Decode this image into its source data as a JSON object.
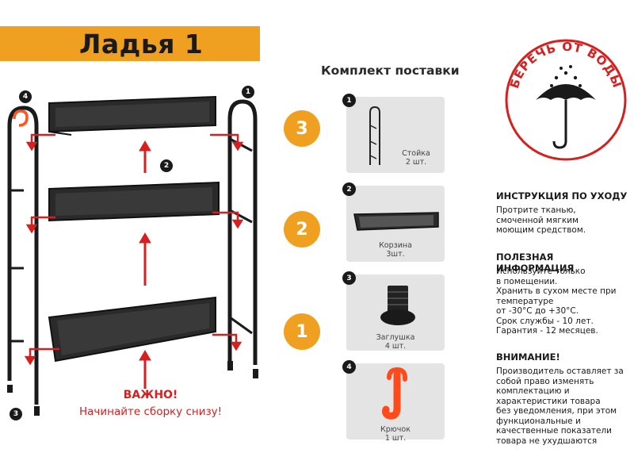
{
  "header": {
    "title": "Ладья 1"
  },
  "kit": {
    "title": "Комплект поставки",
    "items": [
      {
        "num": "1",
        "name": "Стойка",
        "qty": "2 шт."
      },
      {
        "num": "2",
        "name": "Корзина",
        "qty": "3шт."
      },
      {
        "num": "3",
        "name": "Заглушка",
        "qty": "4 шт."
      },
      {
        "num": "4",
        "name": "Крючок",
        "qty": "1 шт."
      }
    ]
  },
  "steps": [
    "3",
    "2",
    "1"
  ],
  "diagram": {
    "badges": [
      "4",
      "1",
      "2",
      "3"
    ],
    "warning_title": "ВАЖНО!",
    "warning_text": "Начинайте сборку снизу!"
  },
  "stamp": {
    "text": "БЕРЕЧЬ ОТ ВОДЫ"
  },
  "care": {
    "title": "ИНСТРУКЦИЯ ПО УХОДУ",
    "lines": [
      "Протрите тканью,",
      "смоченной мягким",
      "моющим средством."
    ]
  },
  "info": {
    "title": "ПОЛЕЗНАЯ ИНФОРМАЦИЯ",
    "lines": [
      "Используйте только",
      "в помещении.",
      "Хранить в сухом месте при",
      "температуре",
      "от -30°С до +30°С.",
      "Срок службы - 10 лет.",
      "Гарантия - 12 месяцев."
    ]
  },
  "attention": {
    "title": "ВНИМАНИЕ!",
    "lines": [
      "Производитель оставляет за",
      "собой право изменять",
      "комплектацию и",
      "характеристики товара",
      "без уведомления, при этом",
      "функциональные и",
      "качественные показатели",
      "товара не ухудшаются"
    ]
  },
  "colors": {
    "accent": "#f0a020",
    "red": "#d62020",
    "dark": "#1a1a1a",
    "card": "#e4e4e4"
  }
}
